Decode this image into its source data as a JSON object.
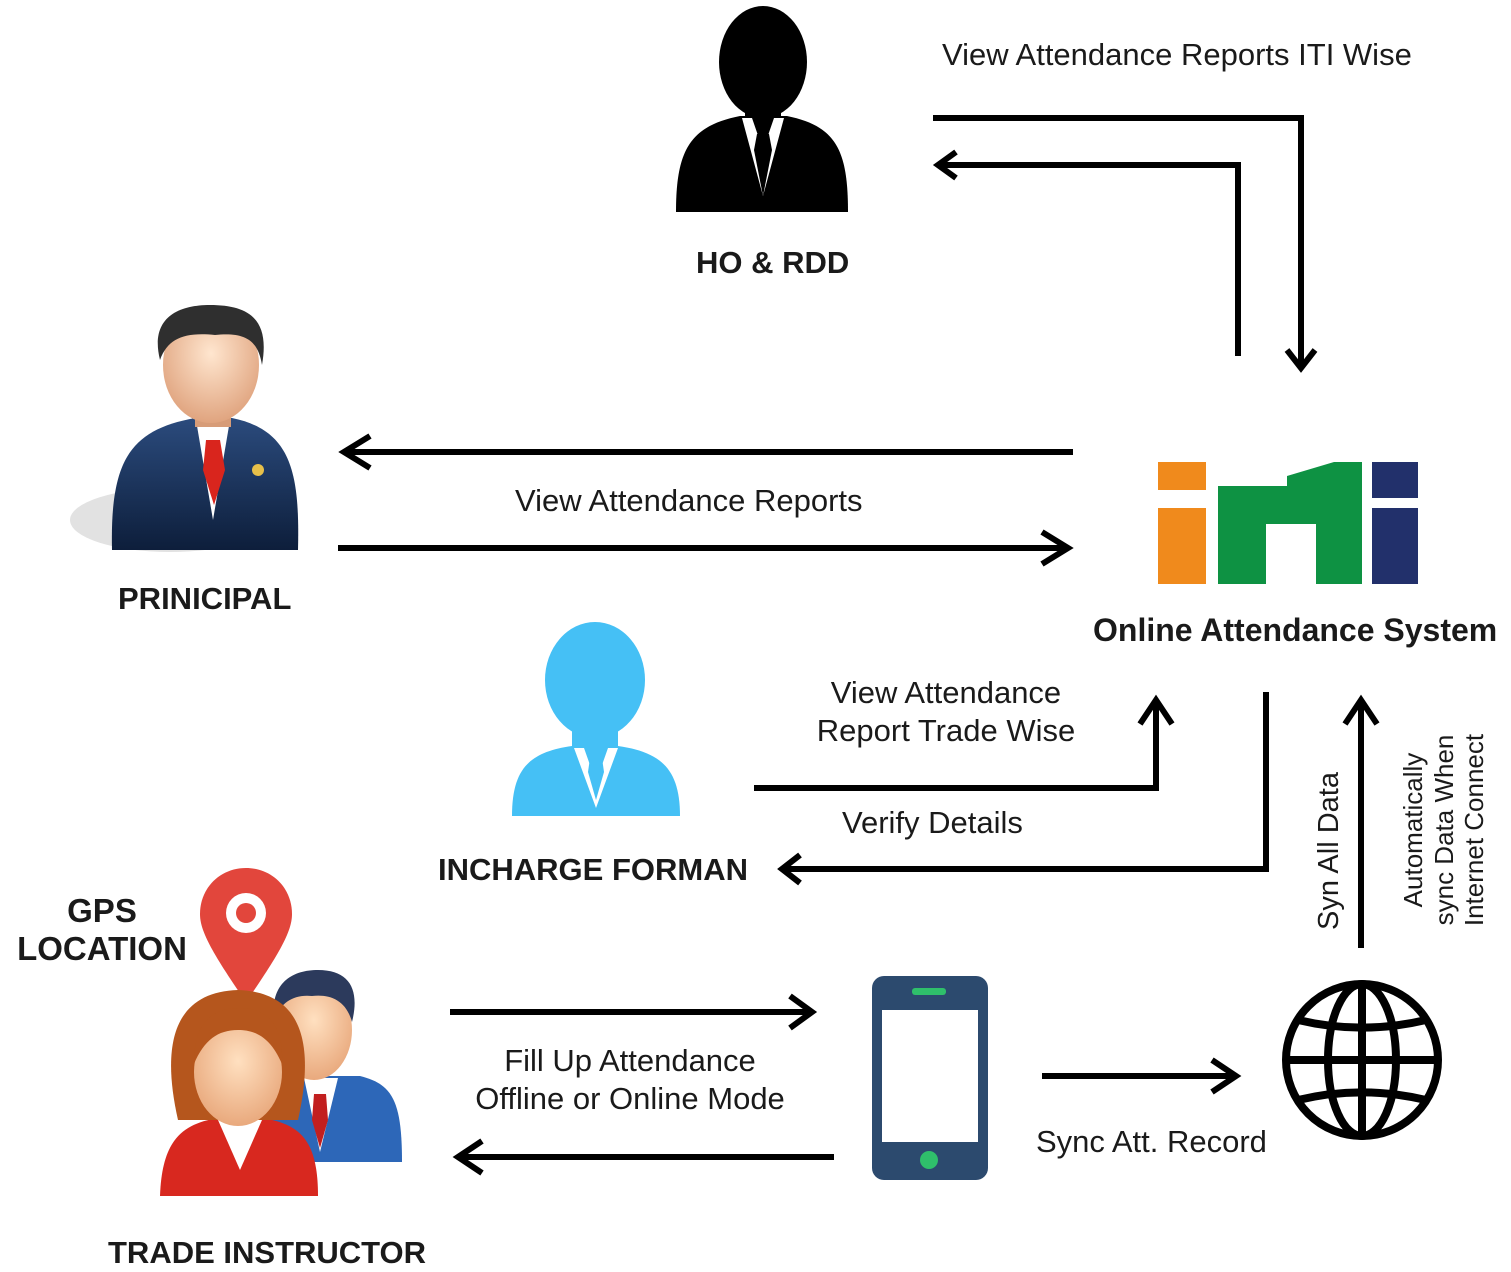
{
  "actors": {
    "ho_rdd": "HO & RDD",
    "principal": "PRINICIPAL",
    "incharge": "INCHARGE FORMAN",
    "trade_instructor": "TRADE INSTRUCTOR",
    "gps": [
      "GPS",
      "LOCATION"
    ],
    "system": "Online Attendance System"
  },
  "logo": {
    "letters": [
      "i",
      "t",
      "i"
    ],
    "colors": [
      "#f08a1c",
      "#0e9243",
      "#22306b"
    ]
  },
  "flows": {
    "ho_reports": "View  Attendance Reports ITI Wise",
    "principal_reports": "View  Attendance Reports",
    "trade_wise": [
      "View Attendance",
      "Report Trade Wise"
    ],
    "verify": "Verify Details",
    "fill_up": [
      "Fill Up Attendance",
      "Offline or Online Mode"
    ],
    "sync_record": "Sync Att. Record",
    "syn_all": "Syn All Data",
    "auto_sync": [
      "Automatically",
      "sync Data When",
      "Internet Connect"
    ]
  },
  "icons": {
    "ho": "businessman-silhouette-icon",
    "principal": "principal-avatar-icon",
    "incharge": "user-avatar-icon",
    "instructor": "instructors-pair-icon",
    "gps": "map-pin-icon",
    "phone": "smartphone-icon",
    "globe": "globe-icon"
  },
  "colors": {
    "incharge_blue": "#45c0f5",
    "phone_body": "#2c4a6e",
    "phone_accent": "#2fbf6b",
    "pin_red": "#e2463c"
  }
}
